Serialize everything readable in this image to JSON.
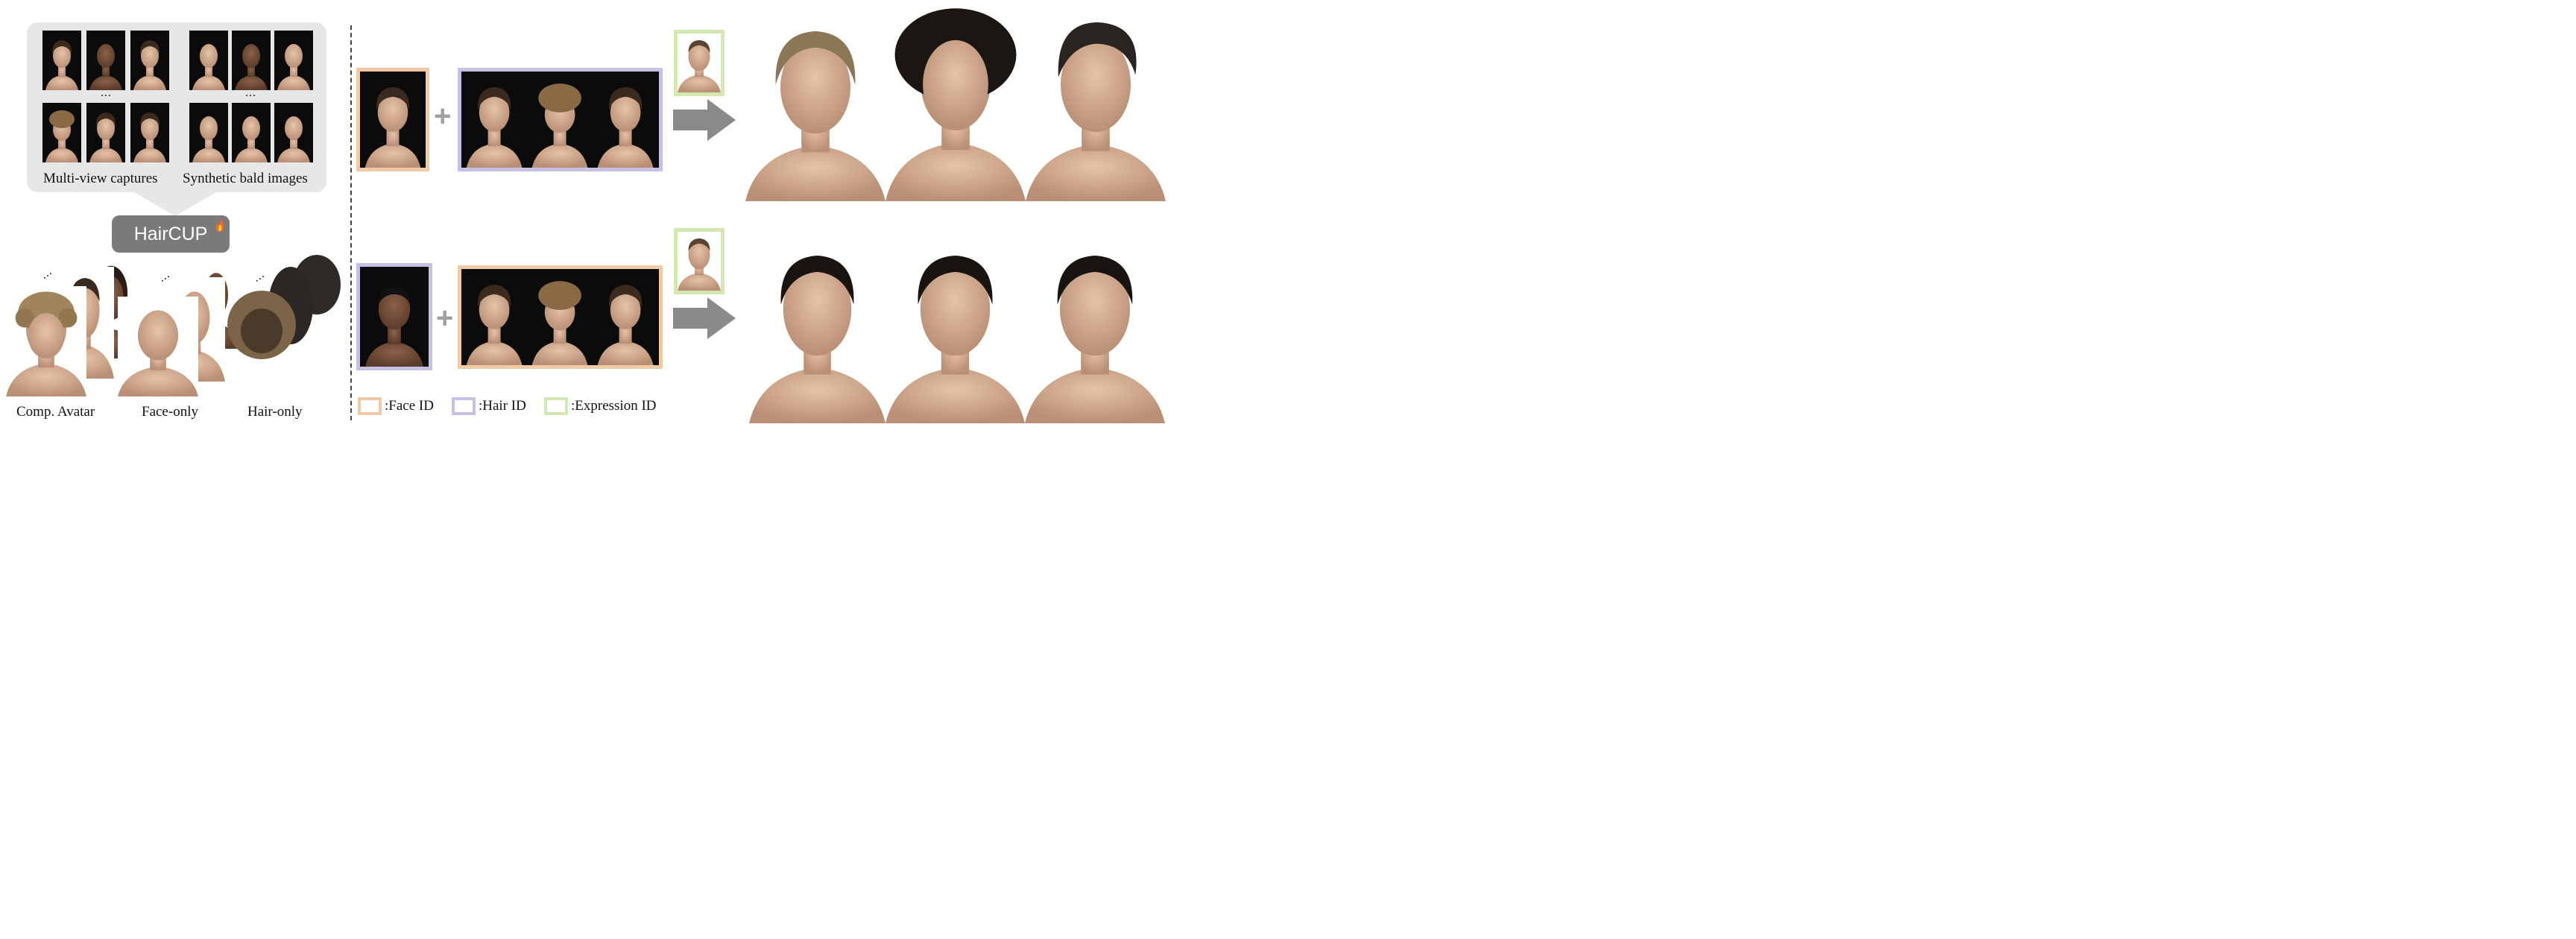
{
  "left_panel": {
    "caption_captures": "Multi-view captures",
    "caption_bald": "Synthetic bald images",
    "ellipsis": "...",
    "model_name": "HairCUP",
    "fire_icon": "fire-icon"
  },
  "avatar_labels": {
    "comp": "Comp. Avatar",
    "face": "Face-only",
    "hair": "Hair-only"
  },
  "legend": {
    "face_id": ":Face ID",
    "hair_id": ":Hair ID",
    "expression_id": ":Expression ID"
  },
  "colors": {
    "face_id": "#f0c9a6",
    "hair_id": "#c6c0e4",
    "expression_id": "#d3e8b0",
    "panel_gray": "#e7e7e7",
    "arrow_gray": "#8a8a8a"
  }
}
